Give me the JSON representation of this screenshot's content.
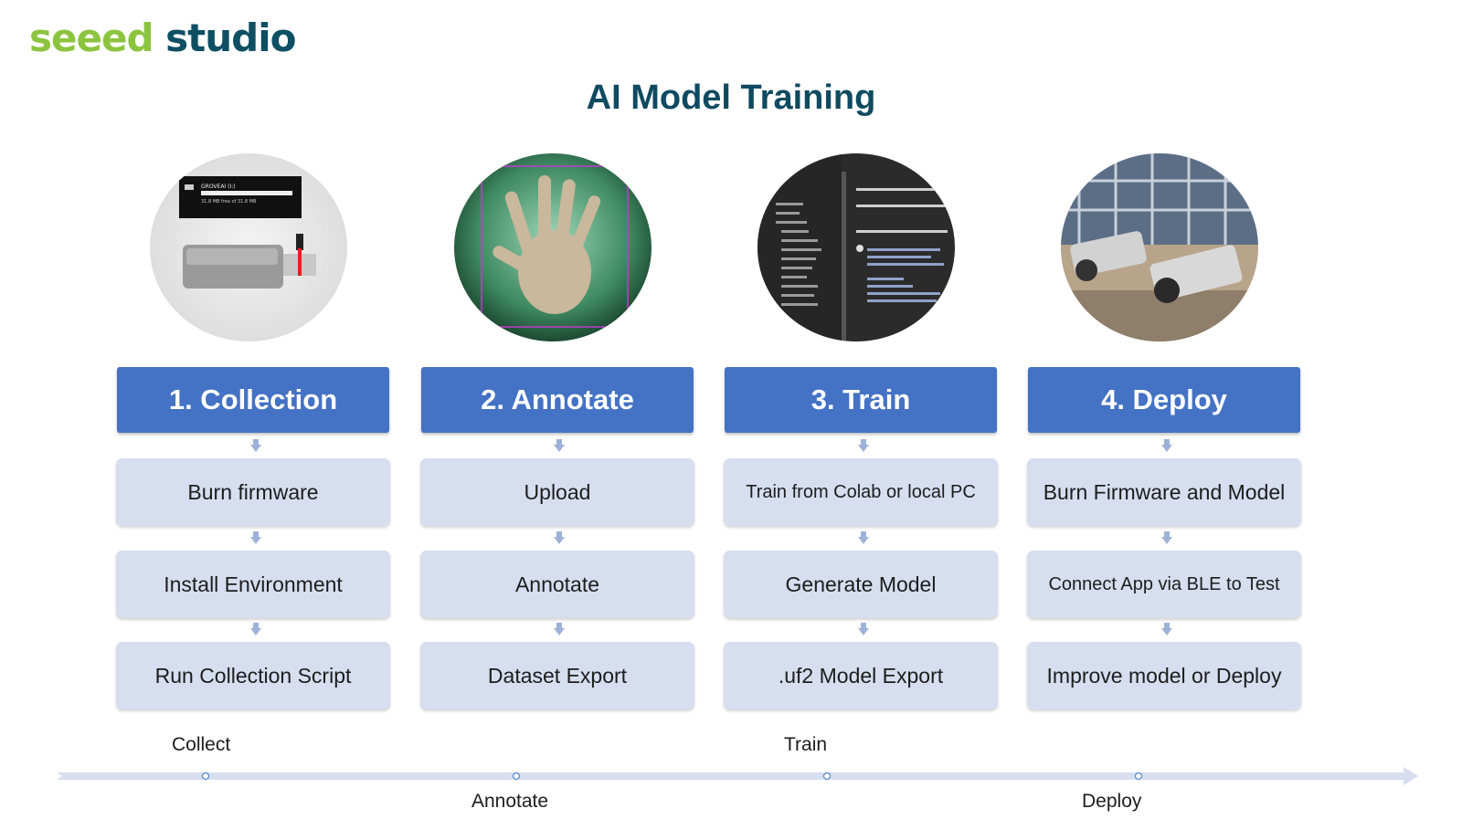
{
  "brand": {
    "logo_part1": "seeed",
    "logo_part2": "studio"
  },
  "title": "AI Model Training",
  "columns": [
    {
      "header": "1. Collection",
      "image": "grove-ai-device-usb-image",
      "steps": [
        "Burn firmware",
        "Install Environment",
        "Run Collection Script"
      ]
    },
    {
      "header": "2. Annotate",
      "image": "hand-camera-capture-image",
      "steps": [
        "Upload",
        "Annotate",
        "Dataset Export"
      ]
    },
    {
      "header": "3. Train",
      "image": "colab-notebook-screenshot-image",
      "steps": [
        "Train from Colab or local PC",
        "Generate Model",
        ".uf2 Model Export"
      ]
    },
    {
      "header": "4. Deploy",
      "image": "deployed-camera-devices-image",
      "steps": [
        "Burn Firmware and Model",
        "Connect App via BLE to Test",
        "Improve model or Deploy"
      ]
    }
  ],
  "device_label": "GROVEAI (I:)",
  "device_storage": "31.8 MB free of 31.8 MB",
  "timeline": {
    "labels_above": [
      "Collect",
      "Train"
    ],
    "labels_below": [
      "Annotate",
      "Deploy"
    ]
  },
  "colors": {
    "header_bg": "#4472c4",
    "step_bg": "#d6deef",
    "title": "#0e4a60",
    "logo_green": "#8cc43f",
    "logo_teal": "#0e4f63",
    "timeline": "#d6deef"
  }
}
